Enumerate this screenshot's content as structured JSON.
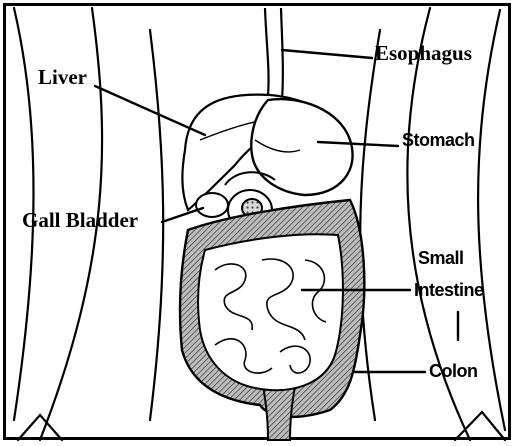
{
  "labels": {
    "liver": "Liver",
    "esophagus": "Esophagus",
    "stomach": "Stomach",
    "gall_bladder": "Gall Bladder",
    "small_intestine_line1": "Small",
    "small_intestine_line2": "Intestine",
    "colon": "Colon"
  },
  "colors": {
    "ink": "#000000",
    "background": "#ffffff",
    "colon_shade": "#9a9a9a",
    "organ_fill": "#ffffff"
  }
}
